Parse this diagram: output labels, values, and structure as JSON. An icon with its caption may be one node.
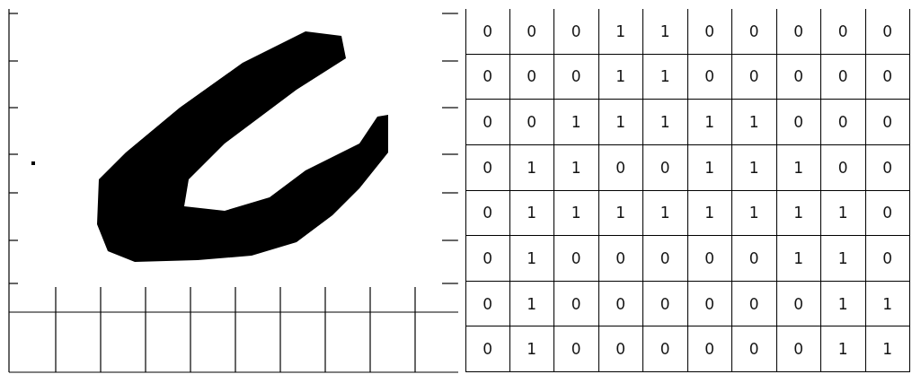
{
  "diagram": {
    "labels": [
      "0",
      "0",
      "0",
      "1",
      "1",
      "0",
      "0",
      "0",
      "0",
      "0",
      "0",
      "0",
      "0",
      "1",
      "1",
      "0",
      "0",
      "0",
      "0",
      "0",
      "0",
      "0",
      "1",
      "1",
      "1",
      "1",
      "1",
      "0",
      "0",
      "0",
      "0",
      "1",
      "1",
      "0",
      "0",
      "1",
      "1",
      "1",
      "0",
      "0",
      "0",
      "1",
      "1",
      "1",
      "1",
      "1",
      "1",
      "1",
      "1",
      "0",
      "0",
      "1",
      "0",
      "0",
      "0",
      "0",
      "0",
      "1",
      "1",
      "0",
      "0",
      "1",
      "0",
      "0",
      "0",
      "0",
      "0",
      "0",
      "1",
      "1",
      "0",
      "1",
      "0",
      "0",
      "0",
      "0",
      "0",
      "0",
      "1",
      "1"
    ]
  }
}
